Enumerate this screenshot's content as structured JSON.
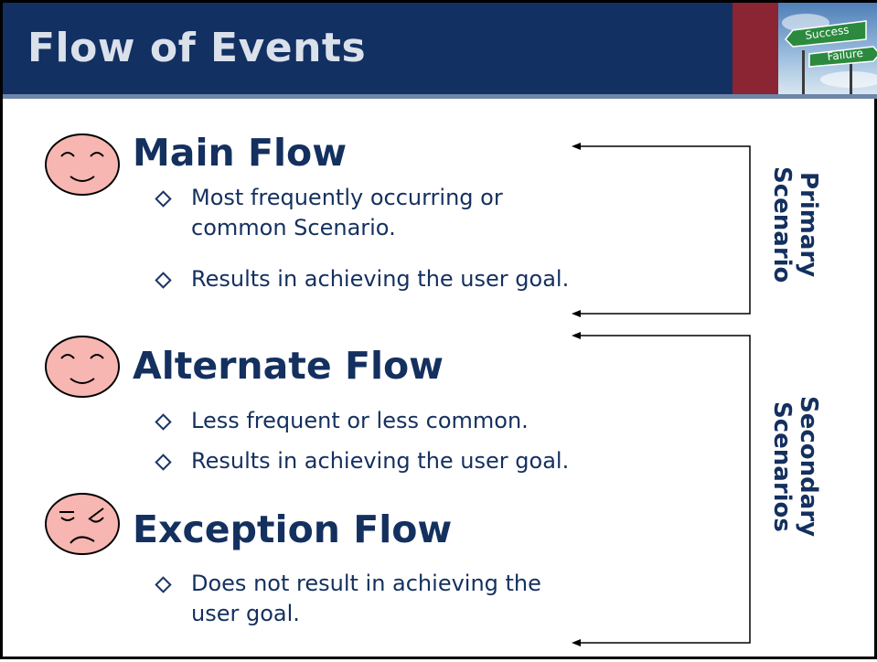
{
  "header": {
    "title": "Flow of Events"
  },
  "sign": {
    "line1": "Success",
    "line2": "Failure"
  },
  "sections": [
    {
      "title": "Main Flow",
      "face": "happy-face-icon",
      "bullets": [
        "Most frequently occurring or common Scenario.",
        "Results in achieving the user goal."
      ]
    },
    {
      "title": "Alternate Flow",
      "face": "happy-face-icon",
      "bullets": [
        "Less frequent or less common.",
        "Results in achieving the user goal."
      ]
    },
    {
      "title": "Exception Flow",
      "face": "frowning-face-icon",
      "bullets": [
        "Does not result in achieving the user goal."
      ]
    }
  ],
  "labels": {
    "primary": [
      "Primary",
      "Scenario"
    ],
    "secondary": [
      "Secondary",
      "Scenarios"
    ]
  },
  "colors": {
    "header_bg": "#123062",
    "accent": "#8b2433",
    "text": "#14305f",
    "face_fill": "#f7b6b1"
  }
}
